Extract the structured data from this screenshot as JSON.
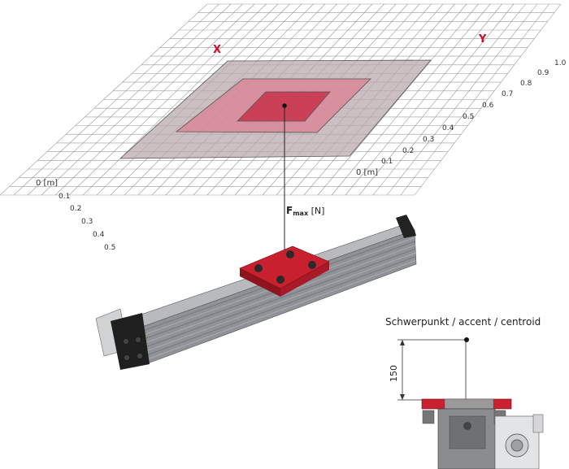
{
  "axes": {
    "x_name": "X",
    "y_name": "Y",
    "left_unit": "0 [m]",
    "right_unit": "0 [m]",
    "left_ticks": [
      "0.1",
      "0.2",
      "0.3",
      "0.4",
      "0.5"
    ],
    "right_ticks": [
      "0.1",
      "0.2",
      "0.3",
      "0.4",
      "0.5",
      "0.6",
      "0.7",
      "0.8",
      "0.9",
      "1.0"
    ]
  },
  "force": {
    "symbol": "F",
    "subscript": "max",
    "unit": " [N]"
  },
  "centroid": {
    "label": "Schwerpunkt / accent / centroid",
    "dimension": "150"
  },
  "colors": {
    "grid": "#9a9a9a",
    "zone_outer": "#b9a9ad",
    "zone_mid": "#d7808f",
    "zone_inner": "#c8324a",
    "accent": "#c8102e",
    "rail": "#9ea0a3",
    "carriage": "#c8202f",
    "end_block": "#1f1f1f"
  }
}
